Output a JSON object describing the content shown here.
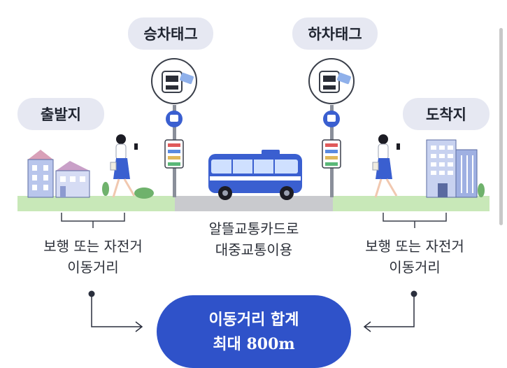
{
  "labels": {
    "boarding_tag": "승차태그",
    "alighting_tag": "하차태그",
    "origin": "출발지",
    "destination": "도착지"
  },
  "captions": {
    "left_line1": "보행 또는 자전거",
    "left_line2": "이동거리",
    "center_line1": "알뜰교통카드로",
    "center_line2": "대중교통이용",
    "right_line1": "보행 또는 자전거",
    "right_line2": "이동거리"
  },
  "total": {
    "line1": "이동거리 합계",
    "line2": "최대 800m"
  },
  "colors": {
    "accent_blue": "#2f52c9",
    "bus_blue": "#3a5fd0",
    "ground_green": "#c8e8b8",
    "road_gray": "#c9cace",
    "pill_bg": "#e6e8f2"
  },
  "icons": {
    "card_reader": "card-reader-icon",
    "bus_stop_sign": "bus-stop-sign-icon",
    "bus": "bus-icon",
    "pedestrian": "pedestrian-icon",
    "houses": "houses-icon",
    "office_building": "office-building-icon"
  }
}
